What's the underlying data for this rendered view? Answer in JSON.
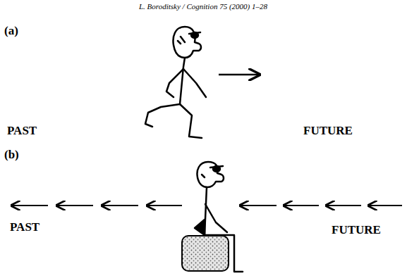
{
  "diagram": {
    "labels": [
      "L. Boroditsky / Cognition 75 (2000) 1–28",
      "(a)",
      "PAST",
      "FUTURE",
      "(b)",
      "PAST",
      "FUTURE"
    ]
  }
}
